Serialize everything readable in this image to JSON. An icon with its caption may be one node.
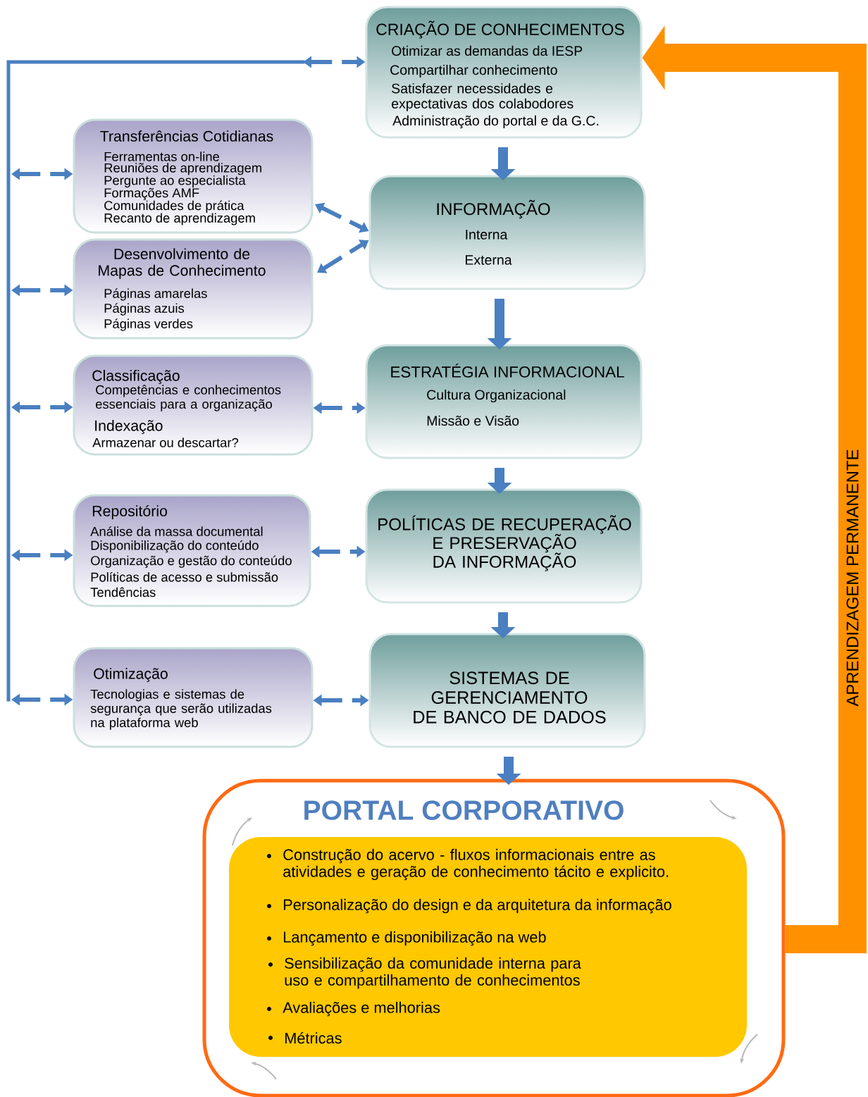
{
  "diagram": {
    "nodes": [
      {
        "text": [
          "CRIAÇÃO DE CONHECIMENTOS",
          "Otimizar as demandas da IESP",
          "Compartilhar conhecimento",
          "Satisfazer necessidades e expectativas dos colabodores",
          "Administração do portal e da G.C."
        ]
      },
      {
        "text": [
          "Transferências Cotidianas",
          "Ferramentas on-line",
          "Reuniões de aprendizagem",
          "Pergunte ao especialista",
          "Formações AMF",
          "Comunidades de prática",
          "Recanto de aprendizagem"
        ]
      },
      {
        "text": [
          "INFORMAÇÃO",
          "Interna",
          "Externa"
        ]
      },
      {
        "text": [
          "Desenvolvimento de Mapas de Conhecimento",
          "Páginas amarelas",
          "Páginas azuis",
          "Páginas verdes"
        ]
      },
      {
        "text": [
          "Classificação",
          "Competências e conhecimentos essenciais para a organização",
          "Indexação",
          "Armazenar ou descartar?"
        ]
      },
      {
        "text": [
          "ESTRATÉGIA INFORMACIONAL",
          "Cultura Organizacional",
          "Missão e Visão"
        ]
      },
      {
        "text": [
          "Repositório",
          "Análise da massa documental",
          "Disponibilização do conteúdo",
          "Organização e gestão do conteúdo",
          "Políticas de acesso e submissão",
          "Tendências"
        ]
      },
      {
        "text": [
          "POLÍTICAS DE RECUPERAÇÃO E PRESERVAÇÃO DA INFORMAÇÃO"
        ]
      },
      {
        "text": [
          "Otimização",
          "Tecnologias e sistemas de segurança que serão utilizadas na plataforma web"
        ]
      },
      {
        "text": [
          "SISTEMAS DE GERENCIAMENTO DE BANCO DE DADOS"
        ]
      },
      {
        "text": [
          "PORTAL CORPORATIVO"
        ]
      },
      {
        "text": [
          "Construção do acervo - fluxos informacionais entre as atividades e geração de conhecimento tácito e explicito.",
          "Personalização do design e da arquitetura da informação",
          "Lançamento e disponibilização na web",
          "Sensibilização da comunidade interna para uso e compartilhamento de conhecimentos",
          "Avaliações e melhorias",
          "Métricas"
        ],
        "in": 10
      }
    ],
    "edges": [
      {
        "from": null,
        "to": 0,
        "arrow": "both",
        "style": "dashed"
      },
      {
        "from": null,
        "to": 1,
        "arrow": "both",
        "style": "dashed"
      },
      {
        "from": null,
        "to": 3,
        "arrow": "both",
        "style": "dashed"
      },
      {
        "from": null,
        "to": 4,
        "arrow": "both",
        "style": "dashed"
      },
      {
        "from": null,
        "to": 6,
        "arrow": "both",
        "style": "dashed"
      },
      {
        "from": null,
        "to": 8,
        "arrow": "both",
        "style": "dashed"
      },
      {
        "from": 1,
        "to": 2,
        "arrow": "both",
        "style": "dashed"
      },
      {
        "from": 3,
        "to": 2,
        "arrow": "both",
        "style": "dashed"
      },
      {
        "from": 4,
        "to": 5,
        "arrow": "both",
        "style": "dashed"
      },
      {
        "from": 6,
        "to": 7,
        "arrow": "both",
        "style": "dashed"
      },
      {
        "from": 8,
        "to": 9,
        "arrow": "both",
        "style": "dashed"
      },
      {
        "from": 0,
        "to": 2,
        "arrow": "to",
        "style": "thick"
      },
      {
        "from": 2,
        "to": 5,
        "arrow": "to",
        "style": "thick"
      },
      {
        "from": 5,
        "to": 7,
        "arrow": "to",
        "style": "thick"
      },
      {
        "from": 7,
        "to": 9,
        "arrow": "to",
        "style": "thick"
      },
      {
        "from": 9,
        "to": 10,
        "arrow": "to",
        "style": "thick"
      },
      {
        "from": 10,
        "to": 0,
        "arrow": "to",
        "style": "thick",
        "color": "#ff9100",
        "label": "APRENDIZAGEM PERMANENTE"
      }
    ]
  }
}
